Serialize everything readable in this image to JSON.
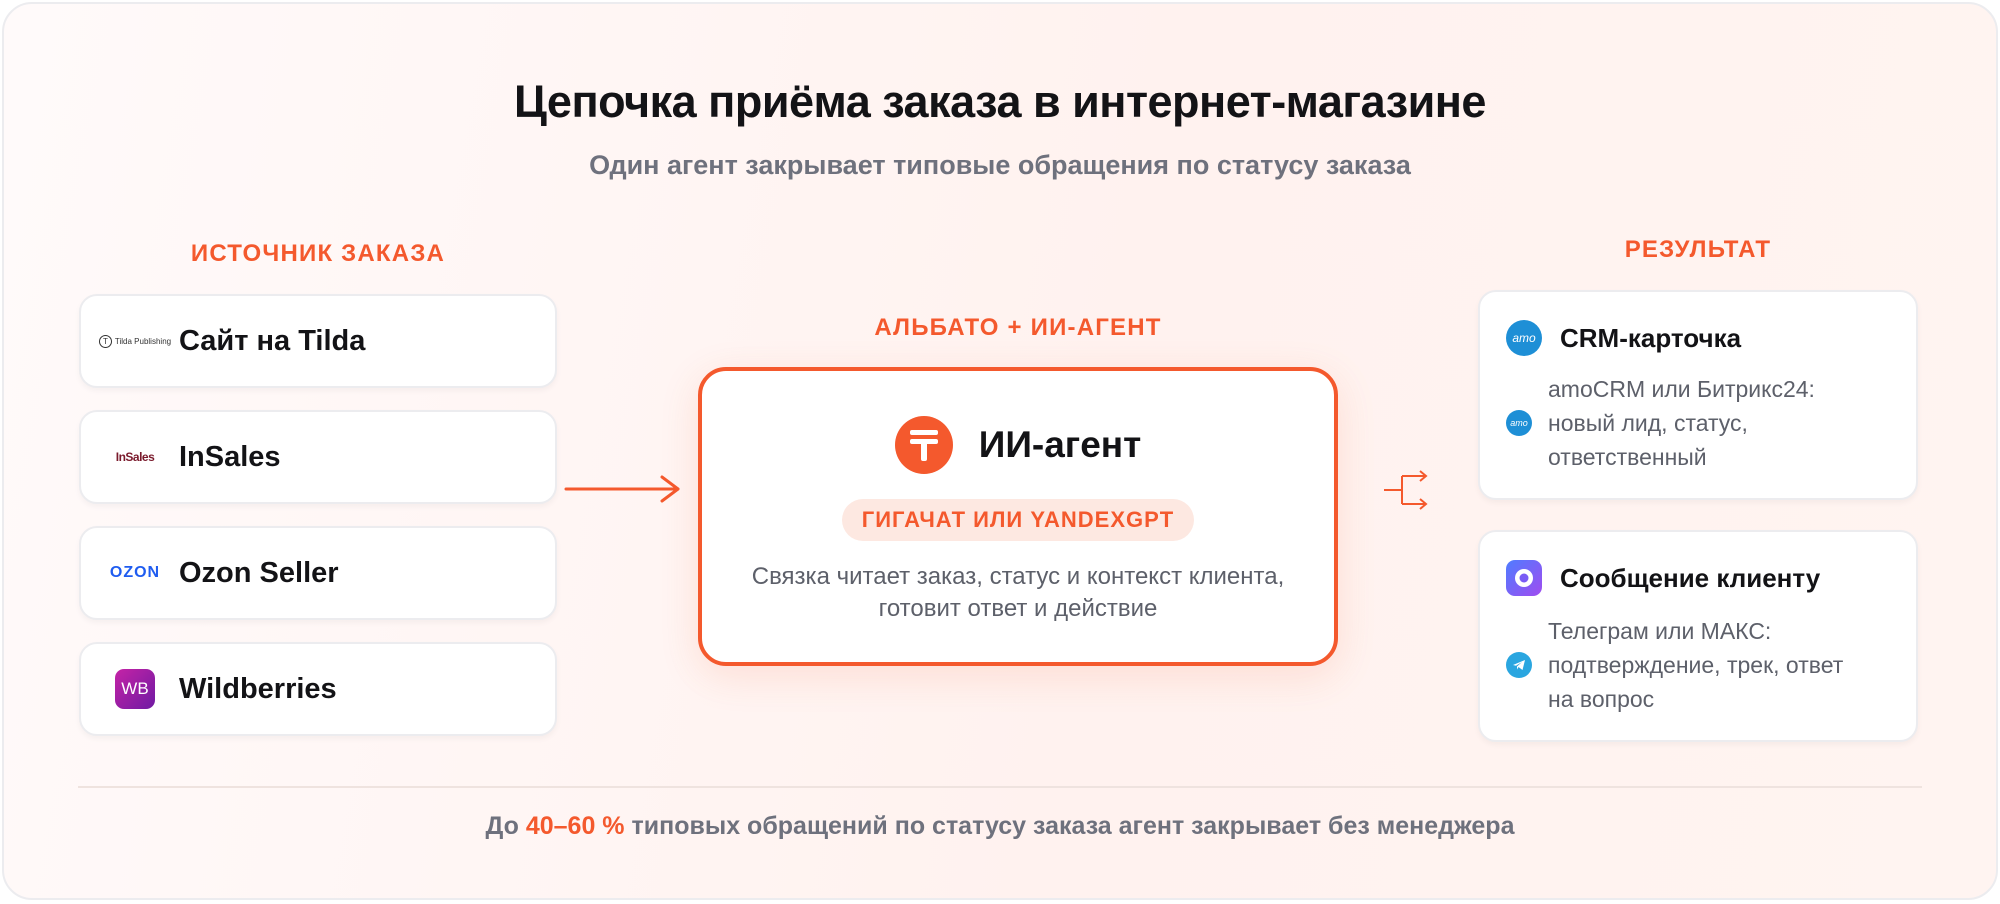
{
  "title": "Цепочка приёма заказа в интернет-магазине",
  "subtitle": "Один агент закрывает типовые обращения по статусу заказа",
  "sources": {
    "label": "ИСТОЧНИК ЗАКАЗА",
    "items": [
      {
        "name": "Сайт на Tilda",
        "logo_text": "Tilda Publishing",
        "logo_icon": "tilda-logo-icon"
      },
      {
        "name": "InSales",
        "logo_text": "InSales",
        "logo_icon": "insales-logo-icon"
      },
      {
        "name": "Ozon Seller",
        "logo_text": "OZON",
        "logo_icon": "ozon-logo-icon"
      },
      {
        "name": "Wildberries",
        "logo_text": "WB",
        "logo_icon": "wildberries-logo-icon"
      }
    ]
  },
  "center": {
    "label": "АЛЬБАТО + ИИ-АГЕНТ",
    "title": "ИИ-агент",
    "icon": "albato-logo-icon",
    "pill": "ГИГАЧАТ ИЛИ YANDEXGPT",
    "desc_line1": "Связка читает заказ, статус и контекст клиента,",
    "desc_line2": "готовит ответ и действие"
  },
  "results": {
    "label": "РЕЗУЛЬТАТ",
    "items": [
      {
        "title": "CRM-карточка",
        "icon": "amocrm-icon",
        "icon_text": "amo",
        "sub_icon": "amocrm-icon",
        "lines": [
          "amoCRM или Битрикс24:",
          "новый лид, статус,",
          "ответственный"
        ]
      },
      {
        "title": "Сообщение клиенту",
        "icon": "messenger-icon",
        "sub_icon": "telegram-icon",
        "lines": [
          "Телеграм или МАКС:",
          "подтверждение, трек, ответ",
          "на вопрос"
        ]
      }
    ]
  },
  "footer": {
    "prefix": "До",
    "accent": "40–60 %",
    "suffix": "типовых обращений по статусу заказа агент закрывает без менеджера"
  },
  "colors": {
    "accent": "#f4592d",
    "title": "#131316",
    "muted": "#6e717d",
    "card_border": "#ececef",
    "amo_blue": "#1e8fd6",
    "telegram_blue": "#2aa6e0",
    "wb_purple": "#a42bb0",
    "ozon_blue": "#1f5cf0"
  }
}
